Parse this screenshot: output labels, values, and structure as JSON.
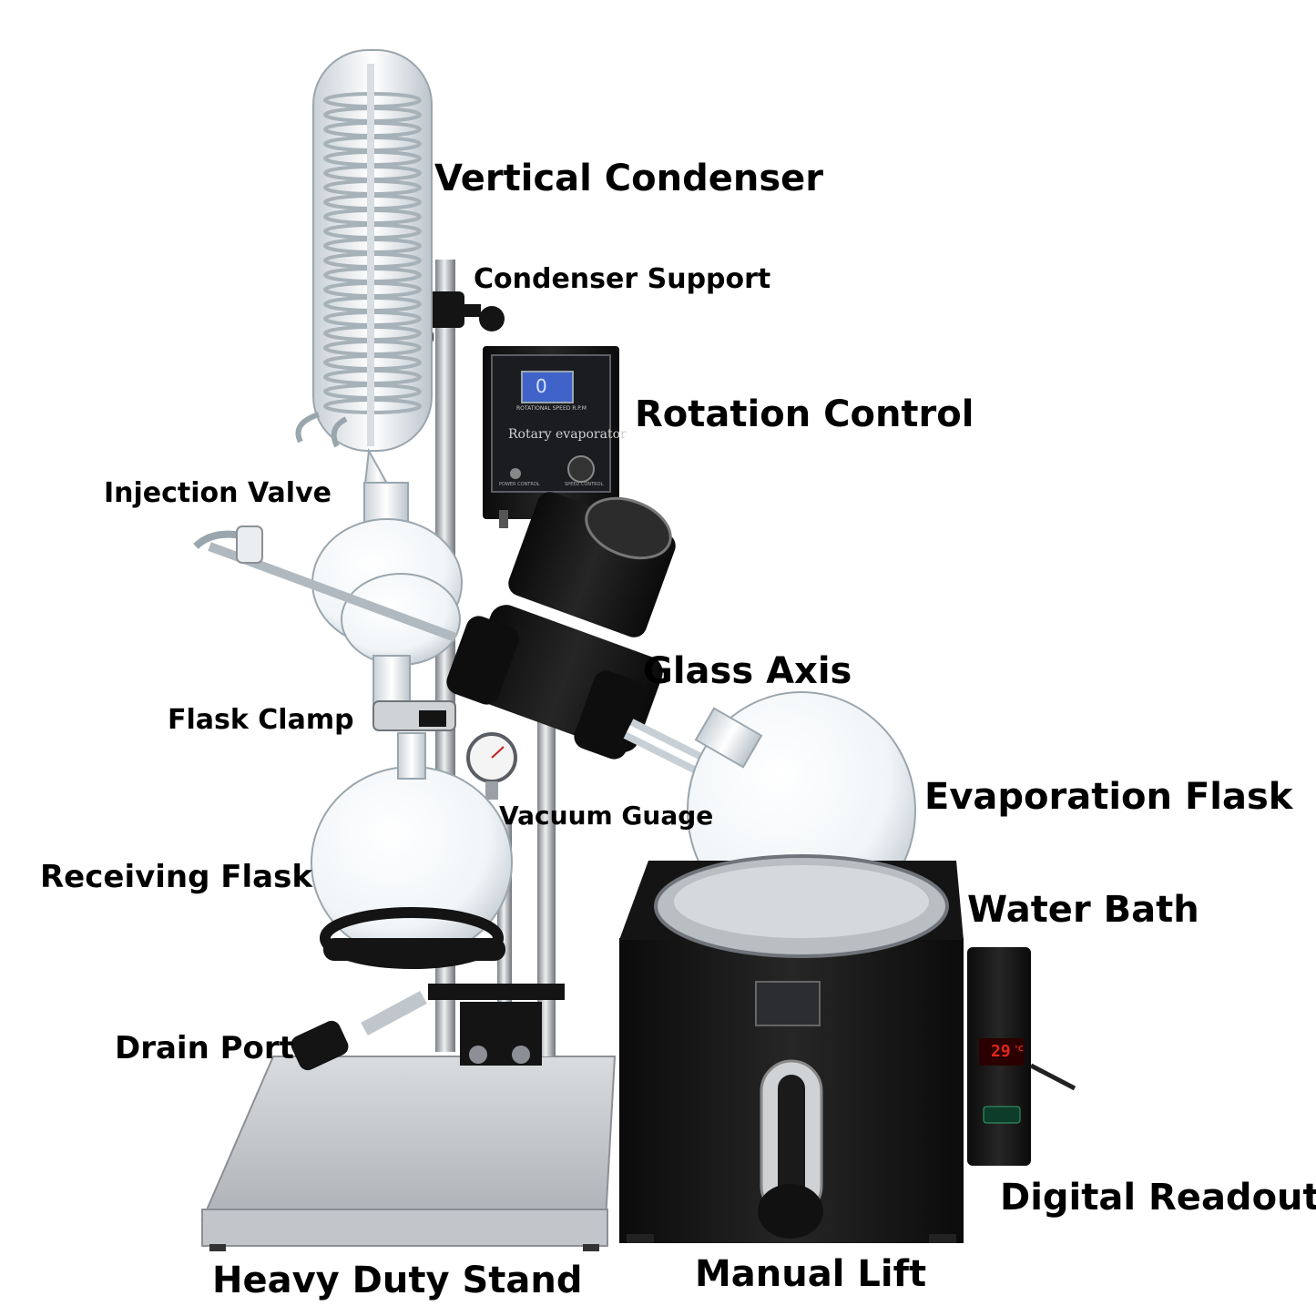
{
  "labels": {
    "vertical_condenser": "Vertical Condenser",
    "condenser_support": "Condenser Support",
    "rotation_control": "Rotation Control",
    "injection_valve": "Injection Valve",
    "glass_axis": "Glass Axis",
    "flask_clamp": "Flask Clamp",
    "vacuum_guage": "Vacuum Guage",
    "evaporation_flask": "Evaporation Flask",
    "receiving_flask": "Receiving Flask",
    "water_bath": "Water Bath",
    "drain_port": "Drain Port",
    "digital_readout": "Digital Readout",
    "heavy_duty_stand": "Heavy Duty Stand",
    "manual_lift": "Manual Lift"
  },
  "panel": {
    "speed_caption": "ROTATIONAL SPEED  R.P.M",
    "title": "Rotary evaporator",
    "display_value": "0",
    "left_caption": "POWER CONTROL",
    "right_caption": "SPEED CONTROL"
  },
  "readout": {
    "value": "29",
    "unit": "°C"
  },
  "colors": {
    "steel": "#c9ccd0",
    "steel_dark": "#8c9096",
    "black_part": "#141414",
    "glass": "#eef3f6",
    "glass_edge": "#9aa6ae",
    "lcd_blue": "#3f63c8",
    "led_red": "#e0261c"
  },
  "icons": {
    "condenser": "condenser-coil-icon",
    "gauge": "pressure-gauge-icon",
    "motor": "motor-icon",
    "knob": "knob-icon"
  }
}
